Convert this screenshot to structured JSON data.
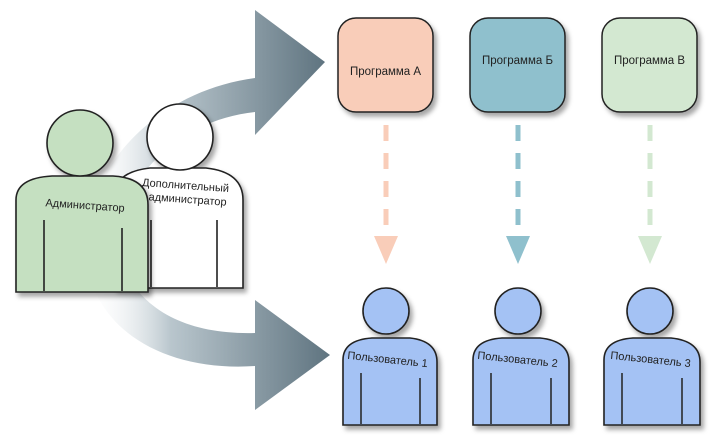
{
  "admin": {
    "label": "Администратор",
    "color": "#c5e0c1"
  },
  "extra_admin": {
    "label_line1": "Дополнительный",
    "label_line2": "администратор",
    "color": "#ffffff"
  },
  "programs": [
    {
      "label": "Программа А",
      "color": "#f9cdb9"
    },
    {
      "label": "Программа Б",
      "color": "#8fc0cd"
    },
    {
      "label": "Программа В",
      "color": "#d3e8d1"
    }
  ],
  "users": [
    {
      "label": "Пользователь 1",
      "color": "#a4c2f4"
    },
    {
      "label": "Пользователь 2",
      "color": "#a4c2f4"
    },
    {
      "label": "Пользователь 3",
      "color": "#a4c2f4"
    }
  ],
  "big_arrow_color": "#5f7480"
}
